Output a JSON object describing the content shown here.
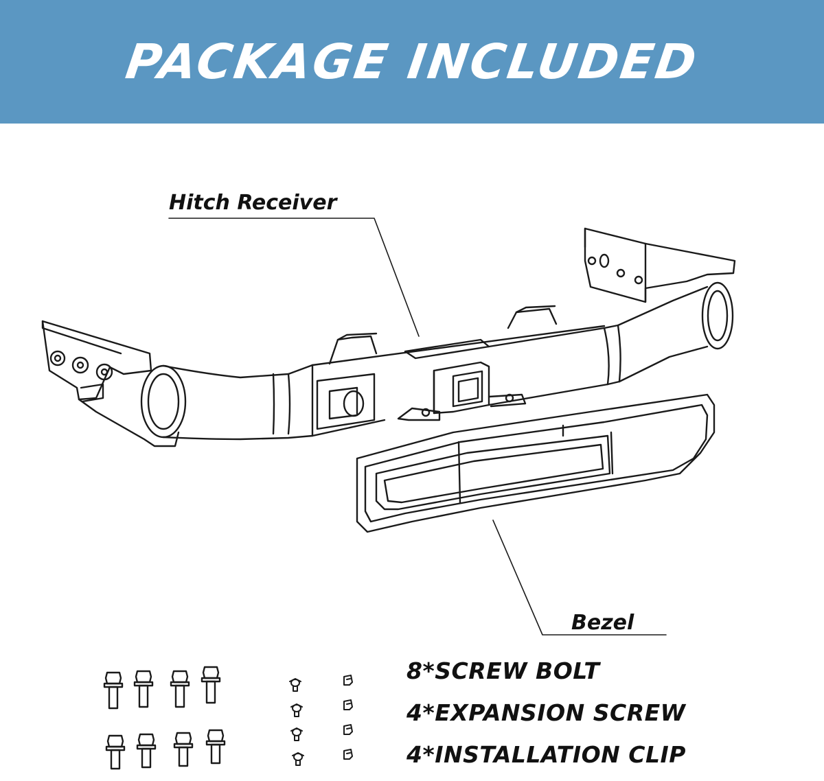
{
  "banner": {
    "title": "PACKAGE INCLUDED",
    "background": "#5b97c2",
    "text_color": "#ffffff"
  },
  "labels": {
    "hitch_receiver": "Hitch Receiver",
    "bezel": "Bezel"
  },
  "parts": [
    {
      "text": "8*SCREW BOLT",
      "icon": "screw-bolt-icon"
    },
    {
      "text": "4*EXPANSION SCREW",
      "icon": "expansion-screw-icon"
    },
    {
      "text": "4*INSTALLATION CLIP",
      "icon": "installation-clip-icon"
    }
  ]
}
